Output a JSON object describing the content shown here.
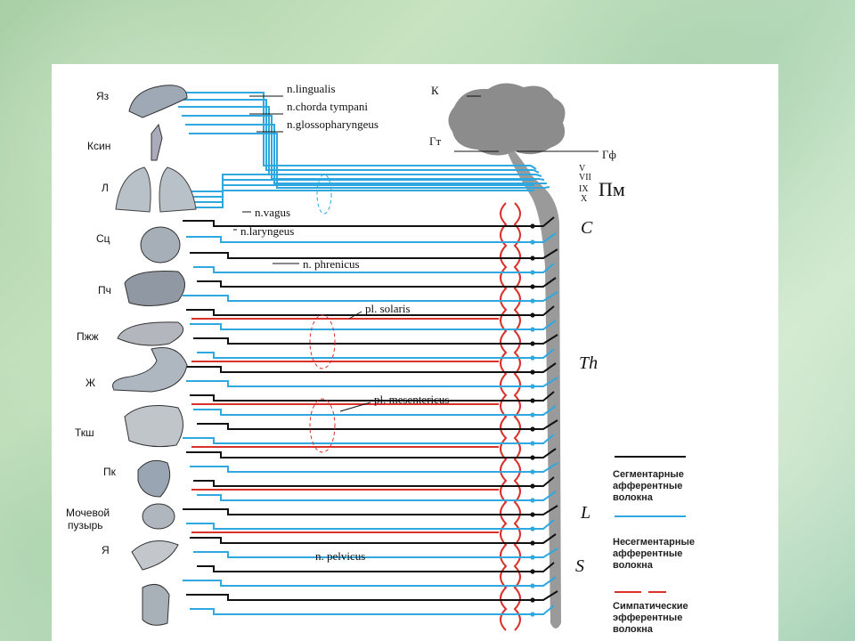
{
  "organs": [
    "Яз",
    "Ксин",
    "Л",
    "Сц",
    "Пч",
    "Пжж",
    "Ж",
    "Ткш",
    "Пк",
    "Мочевой пузырь",
    "Я"
  ],
  "nerves": {
    "lingualis": "n.lingualis",
    "chorda": "n.chorda tympani",
    "glosso": "n.glossopharyngeus",
    "vagus": "n.vagus",
    "laryngeus": "n.laryngeus",
    "phrenicus": "n. phrenicus",
    "solaris": "pl. solaris",
    "mesentericus": "pl. mesentericus",
    "pelvicus": "n. pelvicus"
  },
  "brain": {
    "cortex": "К",
    "hypothalamus": "Гт",
    "pituitary": "Гф",
    "medulla": "Пм"
  },
  "cranial": [
    "V",
    "VII",
    "IX",
    "X"
  ],
  "segments": [
    "C",
    "Th",
    "L",
    "S"
  ],
  "legend": {
    "segmental": [
      "Сегментарные",
      "афферентные",
      "волокна"
    ],
    "nonsegmental": [
      "Несегментарные",
      "афферентные",
      "волокна"
    ],
    "sympathetic": [
      "Симпатические",
      "эфферентные",
      "волокна"
    ]
  },
  "colors": {
    "afferent_seg": "#111111",
    "afferent_nonseg": "#2fa8df",
    "sympathetic": "#d8322a",
    "brain": "#7f7f7f"
  }
}
